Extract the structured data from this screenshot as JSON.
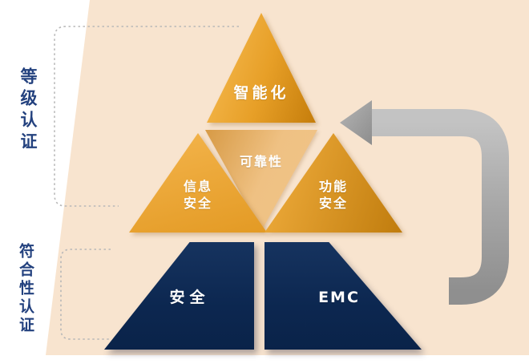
{
  "side_labels": {
    "level_cert": "等级认证",
    "conformity_cert": "符合性认证"
  },
  "pyramid": {
    "top": "智能化",
    "mid_left": "信息\n安全",
    "mid_center": "可靠性",
    "mid_right": "功能\n安全",
    "bottom_left": "安全",
    "bottom_right": "EMC"
  },
  "icons": {
    "arrow": "curved-left-arrow"
  },
  "colors": {
    "page": "#ffffff",
    "band": "#f8e4cf",
    "orange_light": "#f4b54d",
    "orange_dark": "#c07c0d",
    "orange_pale": "#f0c488",
    "navy": "#0c2750",
    "label_navy": "#23417e",
    "arrow_gray_light": "#c3c3c3",
    "arrow_gray_dark": "#8f8f8f",
    "dotted_gray": "#b8b8b8"
  }
}
